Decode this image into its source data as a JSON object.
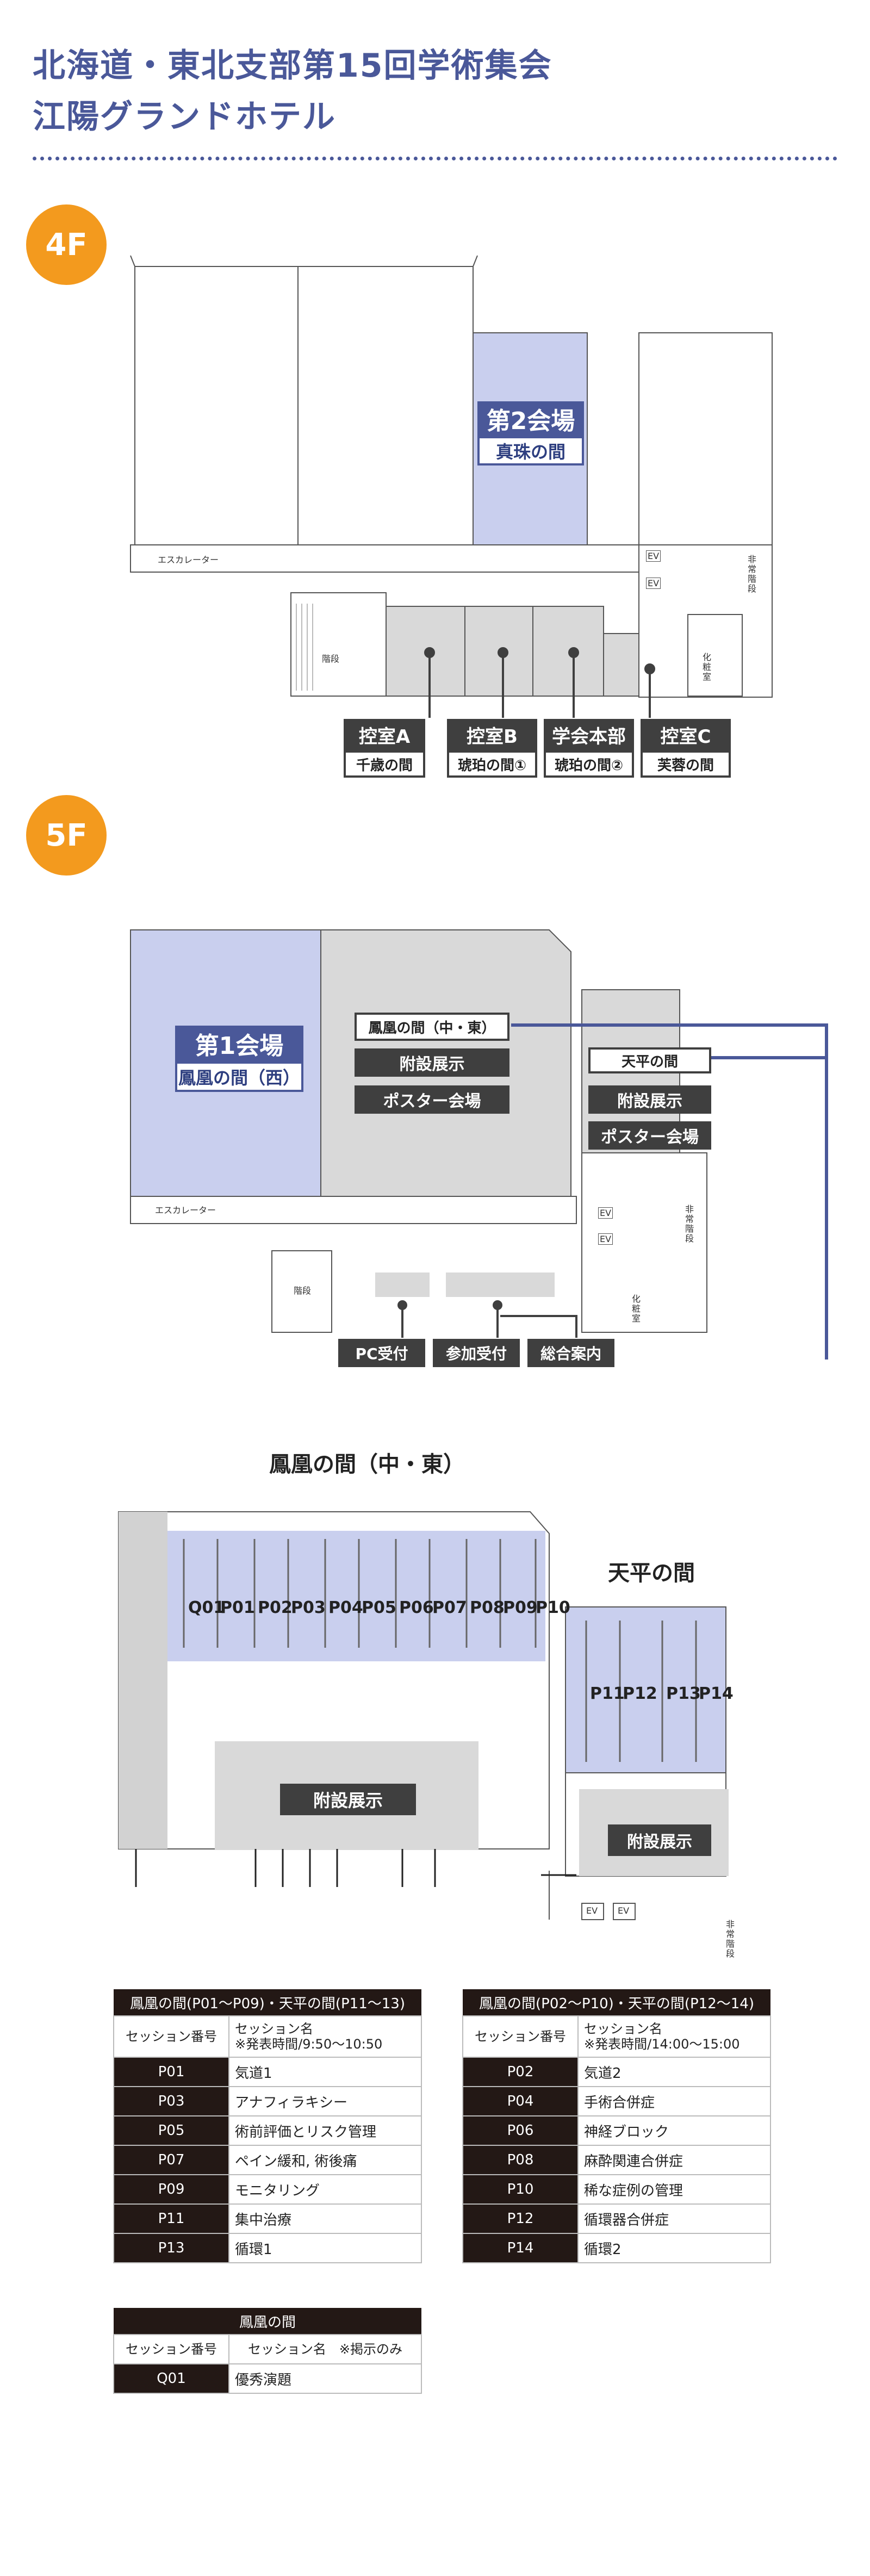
{
  "header": {
    "line1": "北海道・東北支部第15回学術集会",
    "line2": "江陽グランドホテル"
  },
  "floor4": {
    "badge": "4F",
    "hall2_title": "第2会場",
    "hall2_room": "真珠の間",
    "escalator": "エスカレーター",
    "stairs": "階段",
    "ev": "EV",
    "emergency_stairs": "非常階段",
    "restroom": "化粧室",
    "rooms": [
      {
        "name": "控室A",
        "sub": "千歳の間"
      },
      {
        "name": "控室B",
        "sub": "琥珀の間①"
      },
      {
        "name": "学会本部",
        "sub": "琥珀の間②"
      },
      {
        "name": "控室C",
        "sub": "芙蓉の間"
      }
    ]
  },
  "floor5": {
    "badge": "5F",
    "hall1_title": "第1会場",
    "hall1_room": "鳳凰の間（西）",
    "houou_label": "鳳凰の間（中・東）",
    "tenpyo_label": "天平の間",
    "exhibit": "附設展示",
    "poster_venue": "ポスター会場",
    "escalator": "エスカレーター",
    "stairs": "階段",
    "ev": "EV",
    "emergency_stairs": "非常階段",
    "restroom": "化粧室",
    "desks": [
      "PC受付",
      "参加受付",
      "総合案内"
    ]
  },
  "detail": {
    "houou_heading": "鳳凰の間（中・東）",
    "tenpyo_heading": "天平の間",
    "houou_posters": [
      "Q01",
      "P01",
      "P02",
      "P03",
      "P04",
      "P05",
      "P06",
      "P07",
      "P08",
      "P09",
      "P10"
    ],
    "tenpyo_posters": [
      "P11",
      "P12",
      "P13",
      "P14"
    ],
    "exhibit": "附設展示",
    "ev": "EV",
    "emergency_stairs": "非常階段"
  },
  "tables": {
    "left": {
      "caption": "鳳凰の間(P01〜P09)・天平の間(P11〜13)",
      "col1": "セッション番号",
      "col2a": "セッション名",
      "col2b": "※発表時間/9:50〜10:50",
      "rows": [
        {
          "num": "P01",
          "name": "気道1"
        },
        {
          "num": "P03",
          "name": "アナフィラキシー"
        },
        {
          "num": "P05",
          "name": "術前評価とリスク管理"
        },
        {
          "num": "P07",
          "name": "ペイン緩和, 術後痛"
        },
        {
          "num": "P09",
          "name": "モニタリング"
        },
        {
          "num": "P11",
          "name": "集中治療"
        },
        {
          "num": "P13",
          "name": "循環1"
        }
      ]
    },
    "right": {
      "caption": "鳳凰の間(P02〜P10)・天平の間(P12〜14)",
      "col1": "セッション番号",
      "col2a": "セッション名",
      "col2b": "※発表時間/14:00〜15:00",
      "rows": [
        {
          "num": "P02",
          "name": "気道2"
        },
        {
          "num": "P04",
          "name": "手術合併症"
        },
        {
          "num": "P06",
          "name": "神経ブロック"
        },
        {
          "num": "P08",
          "name": "麻酔関連合併症"
        },
        {
          "num": "P10",
          "name": "稀な症例の管理"
        },
        {
          "num": "P12",
          "name": "循環器合併症"
        },
        {
          "num": "P14",
          "name": "循環2"
        }
      ]
    },
    "bottom": {
      "caption": "鳳凰の間",
      "col1": "セッション番号",
      "col2": "セッション名　※掲示のみ",
      "rows": [
        {
          "num": "Q01",
          "name": "優秀演題"
        }
      ]
    }
  },
  "colors": {
    "accent": "#4a5899",
    "orange": "#f39a1e",
    "dark": "#3f3f3f"
  }
}
